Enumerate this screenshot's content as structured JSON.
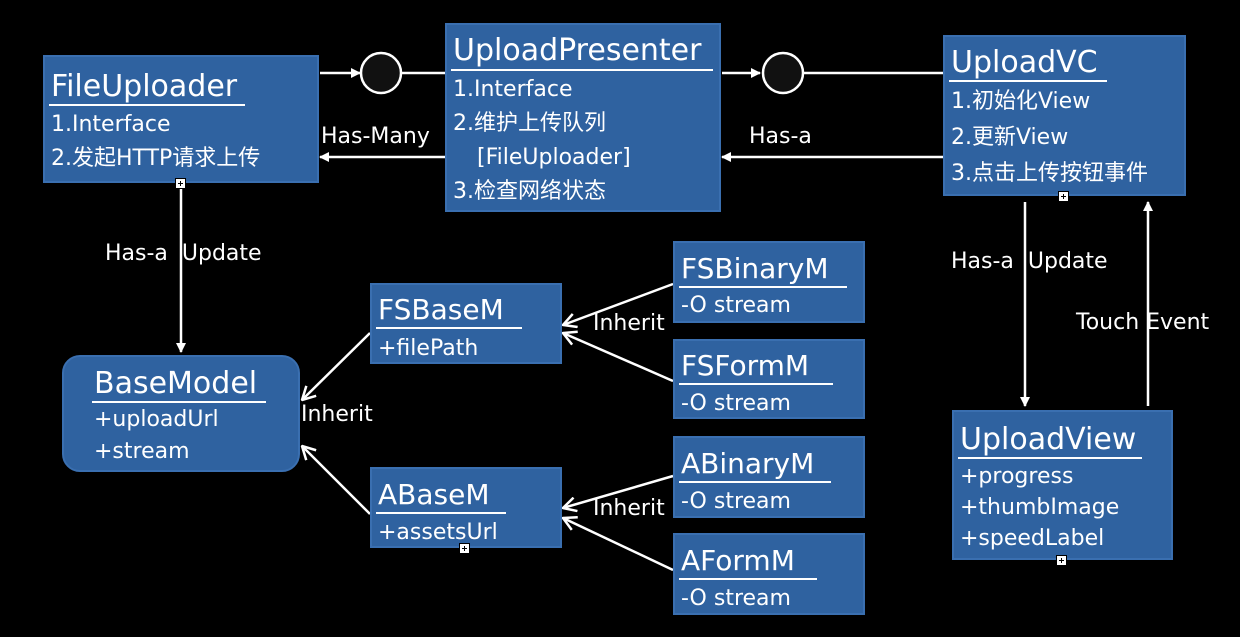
{
  "colors": {
    "background": "#000000",
    "box_fill": "#2f62a0",
    "text": "#ffffff",
    "line": "#ffffff"
  },
  "nodes": {
    "file_uploader": {
      "title": "FileUploader",
      "items": [
        "1.Interface",
        "2.发起HTTP请求上传"
      ]
    },
    "upload_presenter": {
      "title": "UploadPresenter",
      "items": [
        "1.Interface",
        "2.维护上传队列",
        "[FileUploader]",
        "3.检查网络状态"
      ]
    },
    "upload_vc": {
      "title": "UploadVC",
      "items": [
        "1.初始化View",
        "2.更新View",
        "3.点击上传按钮事件"
      ]
    },
    "base_model": {
      "title": "BaseModel",
      "items": [
        "+uploadUrl",
        "+stream"
      ]
    },
    "fs_base_m": {
      "title": "FSBaseM",
      "items": [
        "+filePath"
      ]
    },
    "a_base_m": {
      "title": "ABaseM",
      "items": [
        "+assetsUrl"
      ]
    },
    "fs_binary_m": {
      "title": "FSBinaryM",
      "items": [
        "-O stream"
      ]
    },
    "fs_form_m": {
      "title": "FSFormM",
      "items": [
        "-O stream"
      ]
    },
    "a_binary_m": {
      "title": "ABinaryM",
      "items": [
        "-O stream"
      ]
    },
    "a_form_m": {
      "title": "AFormM",
      "items": [
        "-O stream"
      ]
    },
    "upload_view": {
      "title": "UploadView",
      "items": [
        "+progress",
        "+thumbImage",
        "+speedLabel"
      ]
    }
  },
  "edge_labels": {
    "has_many": "Has-Many",
    "has_a_top": "Has-a",
    "has_a_update_left": "Has-a  Update",
    "has_a_update_right": "Has-a  Update",
    "touch_event": "Touch Event",
    "inherit_fs": "Inherit",
    "inherit_base": "Inherit",
    "inherit_a": "Inherit"
  }
}
